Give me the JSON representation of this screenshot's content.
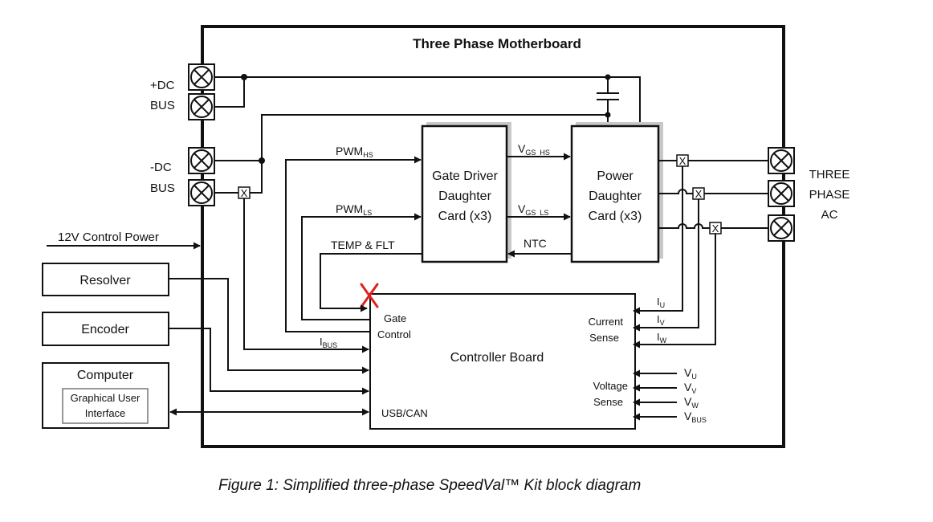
{
  "title": "Three Phase Motherboard",
  "caption": "Figure 1: Simplified three-phase SpeedVal™ Kit block diagram",
  "dc_bus": {
    "plus": [
      "+DC",
      "BUS"
    ],
    "minus": [
      "-DC",
      "BUS"
    ]
  },
  "three_phase": [
    "THREE",
    "PHASE",
    "AC"
  ],
  "control_power": "12V Control Power",
  "blocks": {
    "gate_driver": [
      "Gate Driver",
      "Daughter",
      "Card (x3)"
    ],
    "power": [
      "Power",
      "Daughter",
      "Card (x3)"
    ],
    "controller": "Controller Board",
    "resolver": "Resolver",
    "encoder": "Encoder",
    "computer": "Computer",
    "gui": [
      "Graphical User",
      "Interface"
    ]
  },
  "signals": {
    "pwm_hs": {
      "main": "PWM",
      "sub": "HS"
    },
    "pwm_ls": {
      "main": "PWM",
      "sub": "LS"
    },
    "vgs_hs": {
      "main": "V",
      "sub": "GS_HS"
    },
    "vgs_ls": {
      "main": "V",
      "sub": "GS_LS"
    },
    "temp_flt": "TEMP & FLT",
    "ntc": "NTC",
    "ibus": {
      "main": "I",
      "sub": "BUS"
    },
    "iu": {
      "main": "I",
      "sub": "U"
    },
    "iv": {
      "main": "I",
      "sub": "V"
    },
    "iw": {
      "main": "I",
      "sub": "W"
    },
    "vu": {
      "main": "V",
      "sub": "U"
    },
    "vv": {
      "main": "V",
      "sub": "V"
    },
    "vw": {
      "main": "V",
      "sub": "W"
    },
    "vbus": {
      "main": "V",
      "sub": "BUS"
    }
  },
  "controller_labels": {
    "gate_control": [
      "Gate",
      "Control"
    ],
    "current_sense": [
      "Current",
      "Sense"
    ],
    "voltage_sense": [
      "Voltage",
      "Sense"
    ],
    "usb_can": "USB/CAN"
  },
  "sensor_mark": "X",
  "fault_mark_color": "#e02020",
  "line_color": "#111111"
}
